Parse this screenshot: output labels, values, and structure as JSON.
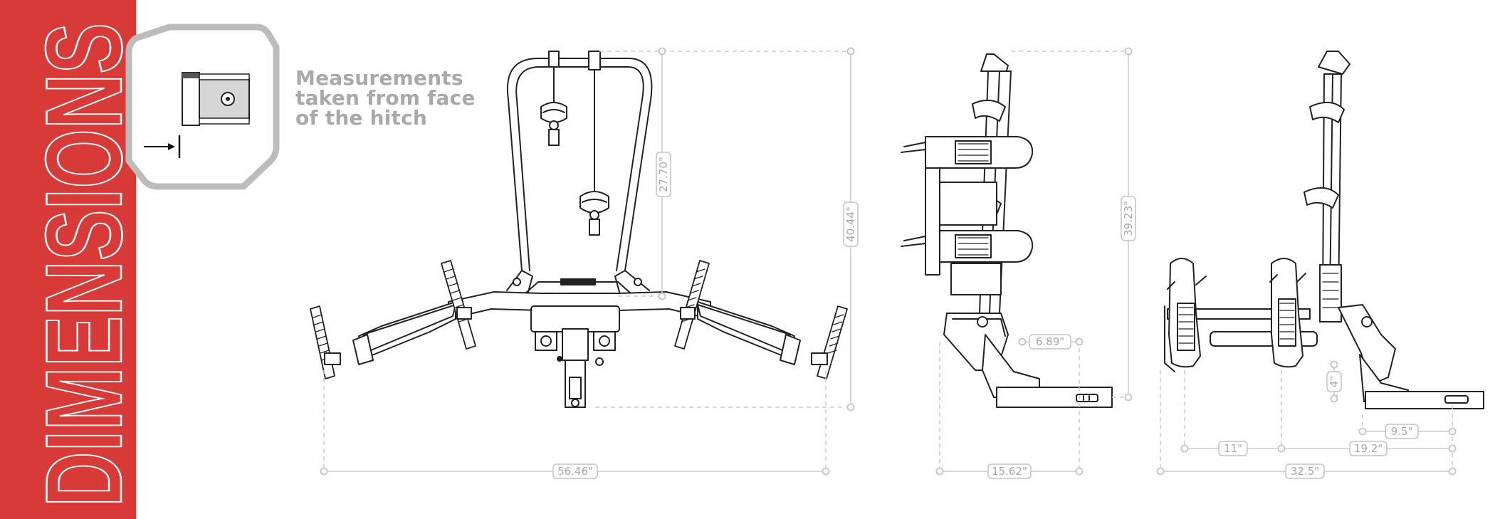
{
  "banner": {
    "title": "DIMENSIONS"
  },
  "note": {
    "lines": [
      "Measurements",
      "taken from face",
      "of the hitch"
    ]
  },
  "dimensions": {
    "overall_width": "56.46\"",
    "mast_height": "27.70\"",
    "overall_height": "40.44\"",
    "side_depth": "15.62\"",
    "side_offset": "6.89\"",
    "folded_height": "39.23\"",
    "tray_lift": "4\"",
    "hitch_to_tray": "9.5\"",
    "tray_spacing": "11\"",
    "rear_tray_offset": "19.2\"",
    "folded_depth": "32.5\""
  },
  "colors": {
    "banner": "#d83a38",
    "line": "#222222",
    "dimension": "#c8c8c8",
    "badge_border": "#bcbcbc"
  }
}
